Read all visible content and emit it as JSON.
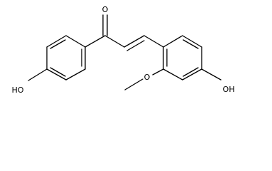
{
  "structure": {
    "atom_labels": {
      "carbonyl_oxygen": "O",
      "left_hydroxyl": "HO",
      "right_hydroxyl": "OH",
      "methoxy_oxygen": "O"
    }
  }
}
